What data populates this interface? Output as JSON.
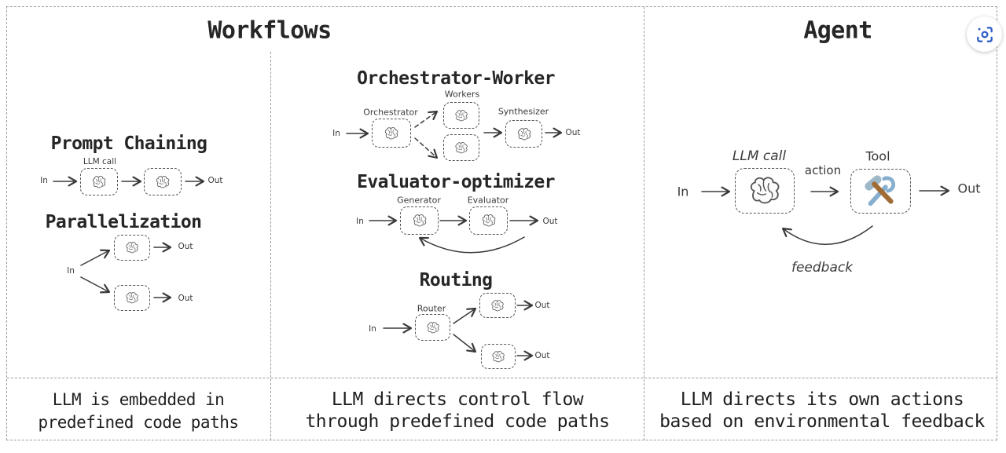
{
  "colors": {
    "background": "#ffffff",
    "frame_border": "#9c9c9c",
    "ink": "#262626",
    "sketch_stroke": "#555555",
    "arrow_stroke": "#3a3a3a",
    "accent_blue": "#2b5ac7",
    "tool_wrench_blue": "#85aecf",
    "tool_hammer_head": "#9fb8c8",
    "tool_handle_brown": "#a06b35"
  },
  "icons": {
    "scan_button": "camera-scan-icon",
    "brain": "brain-sketch-icon",
    "tool": "hammer-wrench-icon"
  },
  "workflows": {
    "title": "Workflows",
    "prompt_chaining": {
      "title": "Prompt Chaining",
      "in": "In",
      "llm_call": "LLM call",
      "out": "Out"
    },
    "parallelization": {
      "title": "Parallelization",
      "in": "In",
      "out_top": "Out",
      "out_bottom": "Out"
    },
    "orchestrator_worker": {
      "title": "Orchestrator-Worker",
      "in": "In",
      "orchestrator": "Orchestrator",
      "workers": "Workers",
      "synthesizer": "Synthesizer",
      "out": "Out"
    },
    "evaluator_optimizer": {
      "title": "Evaluator-optimizer",
      "in": "In",
      "generator": "Generator",
      "evaluator": "Evaluator",
      "out": "Out"
    },
    "routing": {
      "title": "Routing",
      "in": "In",
      "router": "Router",
      "out_top": "Out",
      "out_bottom": "Out"
    },
    "caption_left": {
      "line1": "LLM is embedded in",
      "line2": "predefined code paths"
    },
    "caption_middle": {
      "line1": "LLM directs control flow",
      "line2": "through predefined code paths"
    }
  },
  "agent": {
    "title": "Agent",
    "in": "In",
    "llm_call": "LLM call",
    "action": "action",
    "tool": "Tool",
    "out": "Out",
    "feedback": "feedback",
    "caption": {
      "line1": "LLM directs its own actions",
      "line2": "based on environmental feedback"
    }
  }
}
